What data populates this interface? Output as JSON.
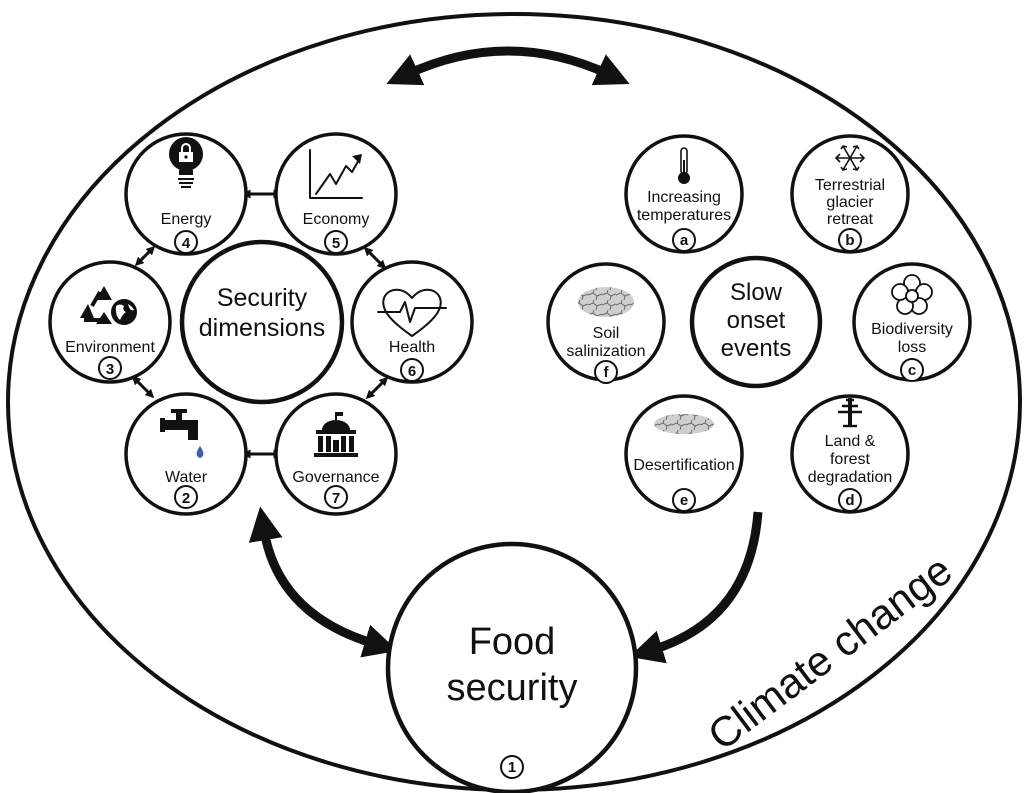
{
  "climate_change": "Climate change",
  "security_dimensions": {
    "title_line1": "Security",
    "title_line2": "dimensions",
    "energy": "Energy",
    "energy_num": "4",
    "economy": "Economy",
    "economy_num": "5",
    "health": "Health",
    "health_num": "6",
    "governance": "Governance",
    "governance_num": "7",
    "water": "Water",
    "water_num": "2",
    "environment": "Environment",
    "environment_num": "3"
  },
  "slow_onset_events": {
    "title_line1": "Slow",
    "title_line2": "onset",
    "title_line3": "events",
    "temperatures_line1": "Increasing",
    "temperatures_line2": "temperatures",
    "temperatures_letter": "a",
    "glacier_line1": "Terrestrial",
    "glacier_line2": "glacier",
    "glacier_line3": "retreat",
    "glacier_letter": "b",
    "biodiversity_line1": "Biodiversity",
    "biodiversity_line2": "loss",
    "biodiversity_letter": "c",
    "land_line1": "Land &",
    "land_line2": "forest",
    "land_line3": "degradation",
    "land_letter": "d",
    "desertification": "Desertification",
    "desertification_letter": "e",
    "soil_line1": "Soil",
    "soil_line2": "salinization",
    "soil_letter": "f"
  },
  "food_security": {
    "line1": "Food",
    "line2": "security",
    "num": "1"
  },
  "colors": {
    "stroke": "#111111",
    "water_drop": "#3b5fa8"
  },
  "icons": [
    "lightbulb-lock-icon",
    "rising-chart-icon",
    "heart-pulse-icon",
    "government-building-icon",
    "water-tap-icon",
    "recycle-globe-icon",
    "thermometer-icon",
    "snowflake-icon",
    "flower-icon",
    "tree-icon",
    "cracked-ground-icon",
    "salt-soil-icon"
  ]
}
